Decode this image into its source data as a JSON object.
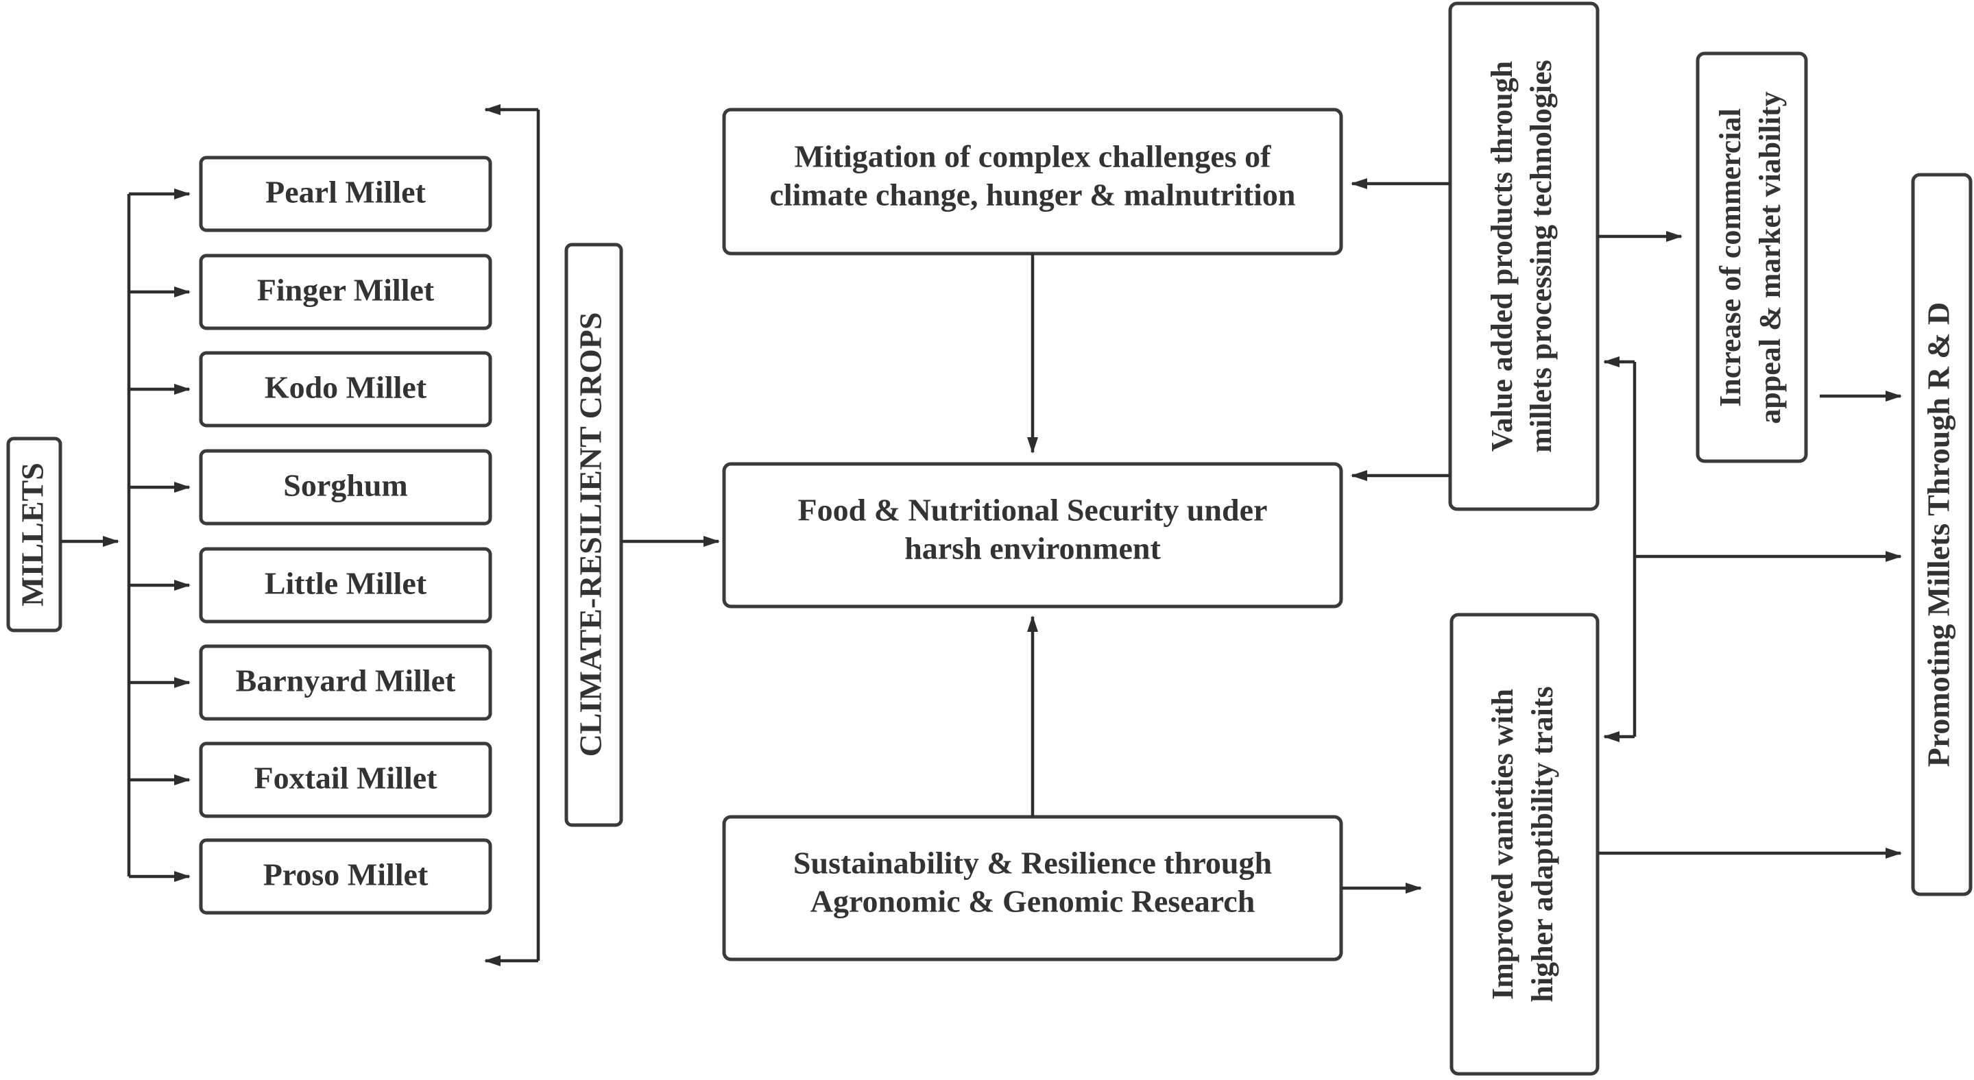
{
  "root": {
    "label": "MILLETS"
  },
  "millets": [
    "Pearl Millet",
    "Finger Millet",
    "Kodo Millet",
    "Sorghum",
    "Little Millet",
    "Barnyard Millet",
    "Foxtail Millet",
    "Proso Millet"
  ],
  "group": {
    "label": "CLIMATE-RESILIENT CROPS"
  },
  "mitigation": {
    "line1": "Mitigation of complex challenges of",
    "line2": "climate change, hunger & malnutrition"
  },
  "food_security": {
    "line1": "Food & Nutritional Security under",
    "line2": "harsh environment"
  },
  "sustainability": {
    "line1": "Sustainability & Resilience through",
    "line2": "Agronomic & Genomic Research"
  },
  "value_added": {
    "line1": "Value added products through",
    "line2": "millets processing technologies"
  },
  "improved": {
    "line1": "Improved vanieties with",
    "line2": "higher adaptibility traits"
  },
  "commercial": {
    "line1": "Increase of commercial",
    "line2": "appeal & market viability"
  },
  "promoting": {
    "label": "Promoting Millets Through R & D"
  },
  "colors": {
    "stroke": "#3a3a3a",
    "text": "#333333",
    "background": "#ffffff"
  }
}
